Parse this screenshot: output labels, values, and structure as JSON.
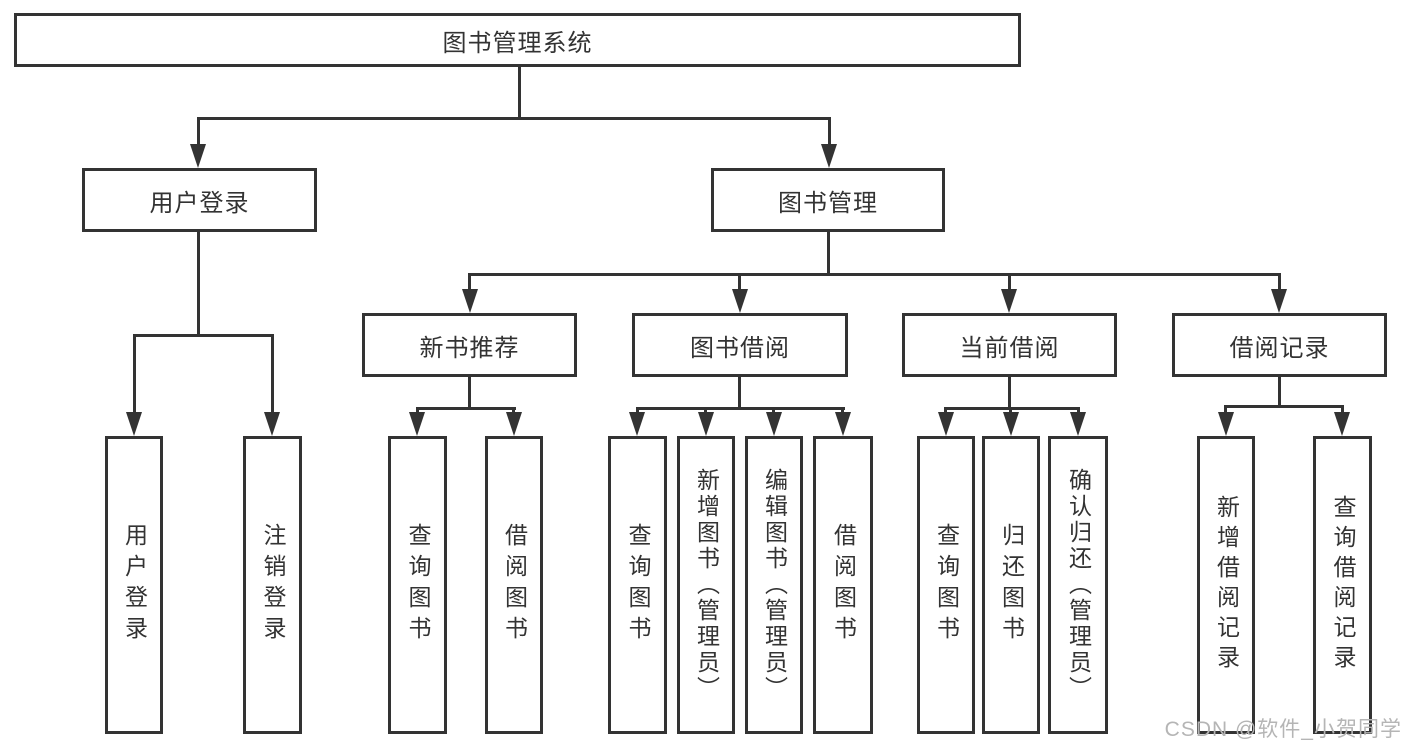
{
  "diagram": {
    "type": "hierarchy-tree",
    "title": "图书管理系统",
    "tree": {
      "label": "图书管理系统",
      "children": [
        {
          "label": "用户登录",
          "children": [
            {
              "label": "用户登录"
            },
            {
              "label": "注销登录"
            }
          ]
        },
        {
          "label": "图书管理",
          "children": [
            {
              "label": "新书推荐",
              "children": [
                {
                  "label": "查询图书"
                },
                {
                  "label": "借阅图书"
                }
              ]
            },
            {
              "label": "图书借阅",
              "children": [
                {
                  "label": "查询图书"
                },
                {
                  "label": "新增图书（管理员）"
                },
                {
                  "label": "编辑图书（管理员）"
                },
                {
                  "label": "借阅图书"
                }
              ]
            },
            {
              "label": "当前借阅",
              "children": [
                {
                  "label": "查询图书"
                },
                {
                  "label": "归还图书"
                },
                {
                  "label": "确认归还（管理员）"
                }
              ]
            },
            {
              "label": "借阅记录",
              "children": [
                {
                  "label": "新增借阅记录"
                },
                {
                  "label": "查询借阅记录"
                }
              ]
            }
          ]
        }
      ]
    }
  },
  "nodes": {
    "system": {
      "label": "图书管理系统"
    },
    "user_login": {
      "label": "用户登录"
    },
    "book_mgmt": {
      "label": "图书管理"
    },
    "new_book_rec": {
      "label": "新书推荐"
    },
    "book_borrow": {
      "label": "图书借阅"
    },
    "cur_borrow": {
      "label": "当前借阅"
    },
    "borrow_record": {
      "label": "借阅记录"
    },
    "leaf_user_login": {
      "label": "用户登录"
    },
    "leaf_logout": {
      "label": "注销登录"
    },
    "rec_query_books": {
      "label": "查询图书"
    },
    "rec_borrow_books": {
      "label": "借阅图书"
    },
    "bb_query_books": {
      "label": "查询图书"
    },
    "bb_add_books_admin": {
      "label": "新增图书（管理员）"
    },
    "bb_edit_books_admin": {
      "label": "编辑图书（管理员）"
    },
    "bb_borrow_books": {
      "label": "借阅图书"
    },
    "cb_query_books": {
      "label": "查询图书"
    },
    "cb_return_books": {
      "label": "归还图书"
    },
    "cb_confirm_return_admin": {
      "label": "确认归还（管理员）"
    },
    "br_add_record": {
      "label": "新增借阅记录"
    },
    "br_query_record": {
      "label": "查询借阅记录"
    }
  },
  "watermark": {
    "text": "CSDN @软件_小贺同学"
  },
  "colors": {
    "line": "#333333",
    "box_border": "#333333",
    "text": "#333333",
    "watermark": "#b5b5b5",
    "background": "#ffffff"
  }
}
